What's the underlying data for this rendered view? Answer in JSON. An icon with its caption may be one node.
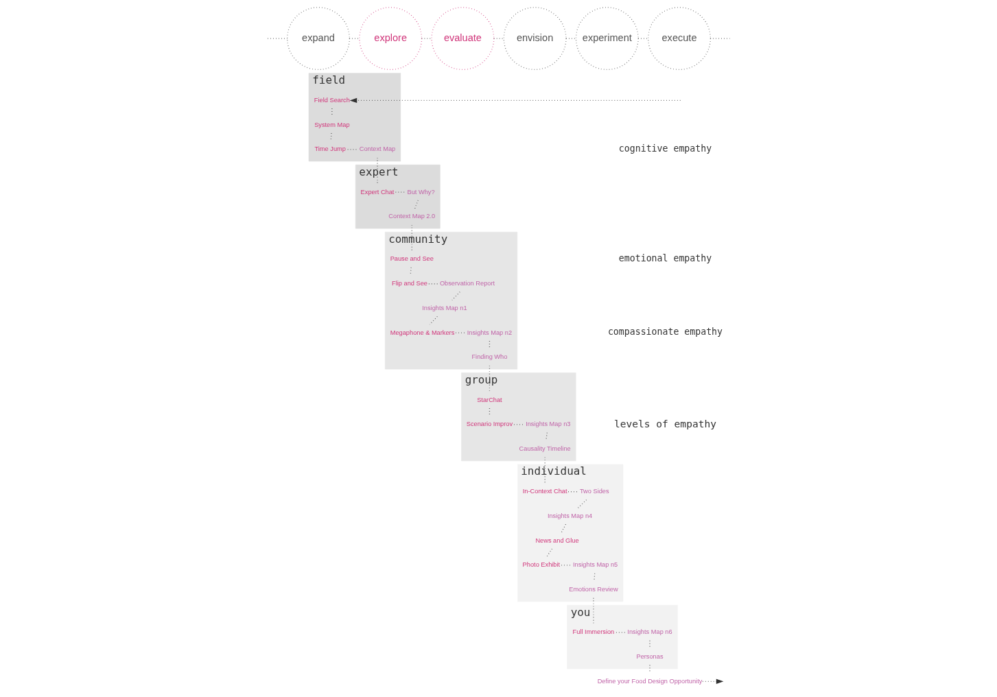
{
  "diagram": {
    "nodes": [
      {
        "text": [
          "expand"
        ]
      },
      {
        "text": [
          "explore"
        ]
      },
      {
        "text": [
          "evaluate"
        ]
      },
      {
        "text": [
          "envision"
        ]
      },
      {
        "text": [
          "experiment"
        ]
      },
      {
        "text": [
          "execute"
        ]
      },
      {
        "text": [
          "field"
        ]
      },
      {
        "text": [
          "Field Search"
        ],
        "in": 6
      },
      {
        "text": [
          "System Map"
        ],
        "in": 6
      },
      {
        "text": [
          "Time Jump"
        ],
        "in": 6
      },
      {
        "text": [
          "Context Map"
        ],
        "in": 6
      },
      {
        "text": [
          "expert"
        ]
      },
      {
        "text": [
          "Expert Chat"
        ],
        "in": 11
      },
      {
        "text": [
          "But Why?"
        ],
        "in": 11
      },
      {
        "text": [
          "Context Map 2.0"
        ],
        "in": 11
      },
      {
        "text": [
          "community"
        ]
      },
      {
        "text": [
          "Pause and See"
        ],
        "in": 15
      },
      {
        "text": [
          "Flip and See"
        ],
        "in": 15
      },
      {
        "text": [
          "Observation Report"
        ],
        "in": 15
      },
      {
        "text": [
          "Insights Map n1"
        ],
        "in": 15
      },
      {
        "text": [
          "Megaphone & Markers"
        ],
        "in": 15
      },
      {
        "text": [
          "Insights Map n2"
        ],
        "in": 15
      },
      {
        "text": [
          "Finding Who"
        ],
        "in": 15
      },
      {
        "text": [
          "group"
        ]
      },
      {
        "text": [
          "StarChat"
        ],
        "in": 23
      },
      {
        "text": [
          "Scenario Improv"
        ],
        "in": 23
      },
      {
        "text": [
          "Insights Map n3"
        ],
        "in": 23
      },
      {
        "text": [
          "Causality Timeline"
        ],
        "in": 23
      },
      {
        "text": [
          "individual"
        ]
      },
      {
        "text": [
          "In-Context Chat"
        ],
        "in": 28
      },
      {
        "text": [
          "Two Sides"
        ],
        "in": 28
      },
      {
        "text": [
          "Insights Map n4"
        ],
        "in": 28
      },
      {
        "text": [
          "News and Glue"
        ],
        "in": 28
      },
      {
        "text": [
          "Photo Exhibit"
        ],
        "in": 28
      },
      {
        "text": [
          "Insights Map n5"
        ],
        "in": 28
      },
      {
        "text": [
          "Emotions Review"
        ],
        "in": 28
      },
      {
        "text": [
          "you"
        ]
      },
      {
        "text": [
          "Full Immersion"
        ],
        "in": 36
      },
      {
        "text": [
          "Insights Map n6"
        ],
        "in": 36
      },
      {
        "text": [
          "Personas"
        ],
        "in": 36
      },
      {
        "text": [
          "Define your Food Design Opportunity"
        ]
      }
    ],
    "edges": [
      {
        "from": null,
        "to": 0,
        "arrow": "none"
      },
      {
        "from": 0,
        "to": 1,
        "arrow": "none"
      },
      {
        "from": 1,
        "to": 2,
        "arrow": "none"
      },
      {
        "from": 2,
        "to": 3,
        "arrow": "none"
      },
      {
        "from": 3,
        "to": 4,
        "arrow": "none"
      },
      {
        "from": 4,
        "to": 5,
        "arrow": "none"
      },
      {
        "from": 5,
        "to": null,
        "arrow": "none"
      },
      {
        "from": null,
        "to": 7,
        "arrow": "to"
      },
      {
        "from": 7,
        "to": 8,
        "arrow": "none"
      },
      {
        "from": 8,
        "to": 9,
        "arrow": "none"
      },
      {
        "from": 9,
        "to": 10,
        "arrow": "none"
      },
      {
        "from": 10,
        "to": 12,
        "arrow": "none"
      },
      {
        "from": 12,
        "to": 13,
        "arrow": "none"
      },
      {
        "from": 13,
        "to": 14,
        "arrow": "none"
      },
      {
        "from": 14,
        "to": 16,
        "arrow": "none"
      },
      {
        "from": 16,
        "to": 17,
        "arrow": "none"
      },
      {
        "from": 17,
        "to": 18,
        "arrow": "none"
      },
      {
        "from": 18,
        "to": 19,
        "arrow": "none"
      },
      {
        "from": 19,
        "to": 20,
        "arrow": "none"
      },
      {
        "from": 20,
        "to": 21,
        "arrow": "none"
      },
      {
        "from": 21,
        "to": 22,
        "arrow": "none"
      },
      {
        "from": 22,
        "to": 24,
        "arrow": "none"
      },
      {
        "from": 24,
        "to": 25,
        "arrow": "none"
      },
      {
        "from": 25,
        "to": 26,
        "arrow": "none"
      },
      {
        "from": 26,
        "to": 27,
        "arrow": "none"
      },
      {
        "from": 27,
        "to": 29,
        "arrow": "none"
      },
      {
        "from": 29,
        "to": 30,
        "arrow": "none"
      },
      {
        "from": 30,
        "to": 31,
        "arrow": "none"
      },
      {
        "from": 31,
        "to": 32,
        "arrow": "none"
      },
      {
        "from": 32,
        "to": 33,
        "arrow": "none"
      },
      {
        "from": 33,
        "to": 34,
        "arrow": "none"
      },
      {
        "from": 34,
        "to": 35,
        "arrow": "none"
      },
      {
        "from": 35,
        "to": 37,
        "arrow": "none"
      },
      {
        "from": 37,
        "to": 38,
        "arrow": "none"
      },
      {
        "from": 38,
        "to": 39,
        "arrow": "none"
      },
      {
        "from": 39,
        "to": 40,
        "arrow": "none"
      },
      {
        "from": 40,
        "to": null,
        "arrow": "to"
      }
    ],
    "labels": [
      "cognitive empathy",
      "emotional empathy",
      "compassionate empathy",
      "levels of empathy"
    ]
  }
}
